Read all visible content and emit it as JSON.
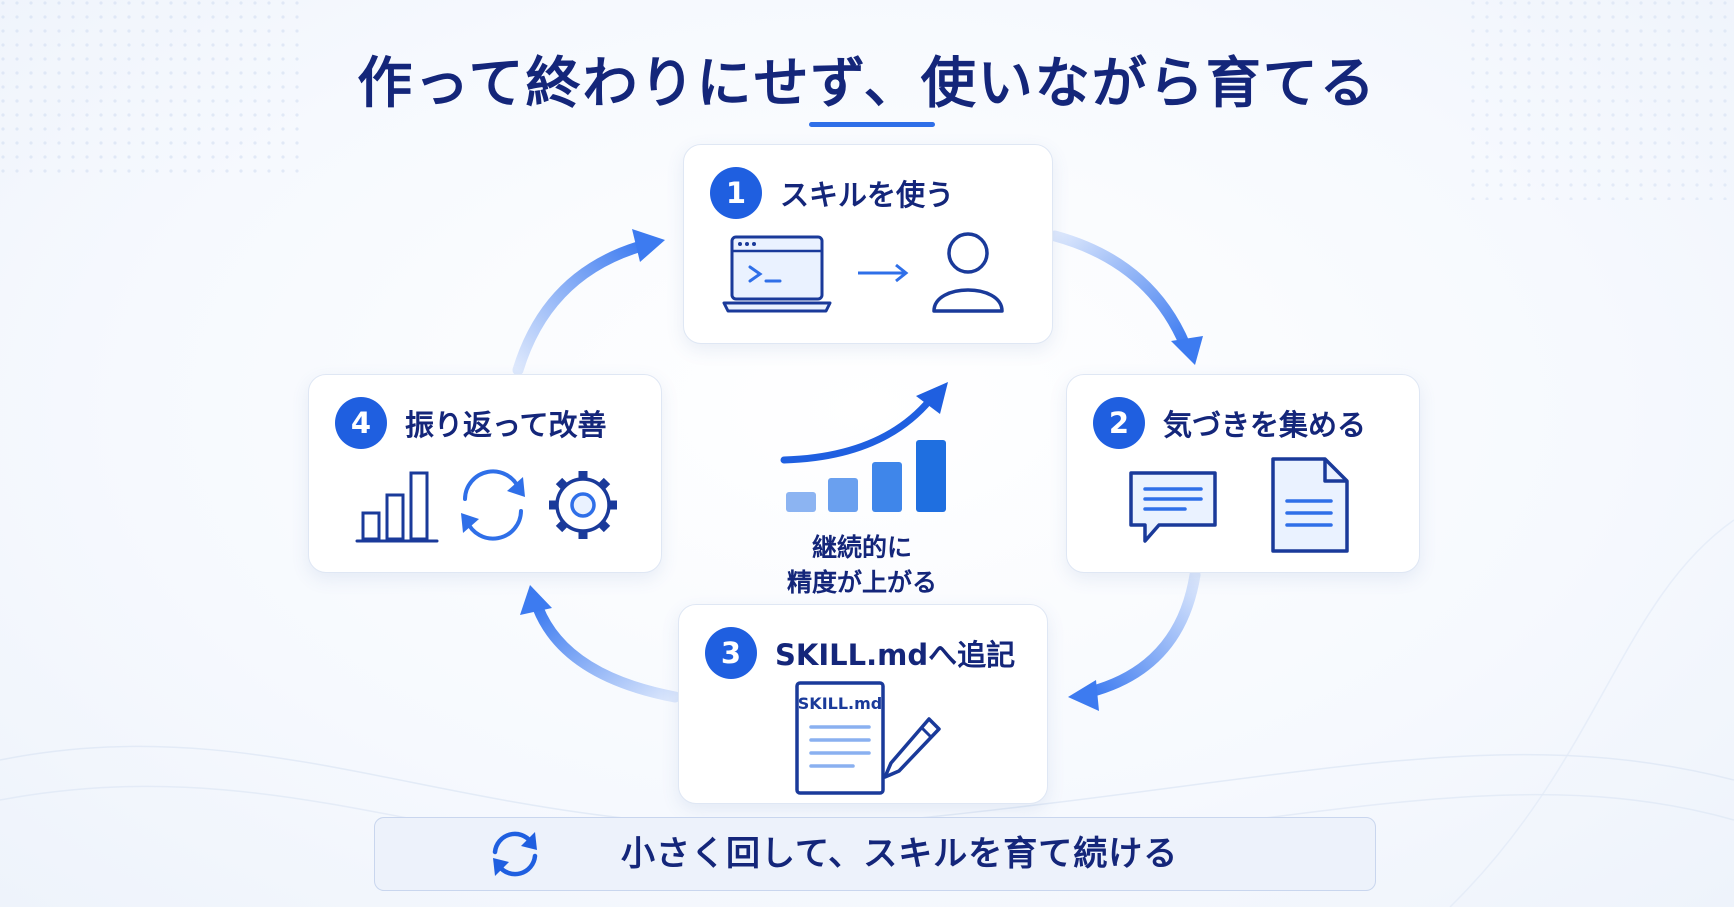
{
  "title": "作って終わりにせず、使いながら育てる",
  "colors": {
    "primary": "#1f5fe0",
    "navy": "#14267a",
    "arrow": "#3d7bf0"
  },
  "steps": [
    {
      "number": "1",
      "label": "スキルを使う",
      "icons": [
        "laptop-terminal-icon",
        "arrow-right-icon",
        "user-icon"
      ]
    },
    {
      "number": "2",
      "label": "気づきを集める",
      "icons": [
        "chat-bubble-icon",
        "document-icon"
      ]
    },
    {
      "number": "3",
      "label": "SKILL.mdへ追記",
      "document_label": "SKILL.md",
      "icons": [
        "skill-document-icon",
        "pencil-icon"
      ]
    },
    {
      "number": "4",
      "label": "振り返って改善",
      "icons": [
        "bar-chart-icon",
        "refresh-cycle-icon",
        "gear-icon"
      ]
    }
  ],
  "center": {
    "line1": "継続的に",
    "line2": "精度が上がる",
    "icon": "rising-bars-arrow-icon"
  },
  "footer": {
    "text": "小さく回して、スキルを育て続ける",
    "icon": "refresh-icon"
  }
}
